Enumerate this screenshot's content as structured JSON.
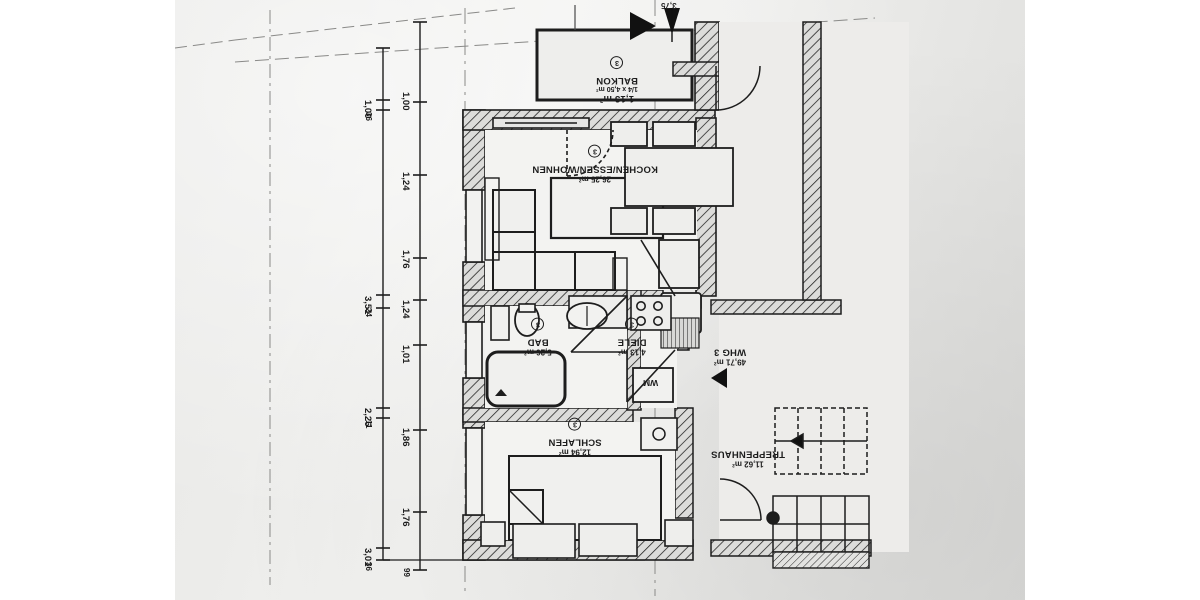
{
  "document": {
    "kind": "architectural-floor-plan-photograph",
    "orientation_note": "plan photographed upside down; all text reads rotated 180 degrees",
    "unit_label": "WHG 3",
    "unit_area": "49,71 m²",
    "stair_label": "TREPPENHAUS",
    "stair_area": "11,62 m²"
  },
  "rooms": [
    {
      "id": "balkon",
      "number": "3",
      "name": "BALKON",
      "area": "1,13 m²",
      "sub": "1/4 x 4,50 m²"
    },
    {
      "id": "wohnen",
      "number": "3",
      "name": "KOCHEN/ESSEN/WOHNEN",
      "area": "26,25 m²",
      "sub": ""
    },
    {
      "id": "bad",
      "number": "3",
      "name": "BAD",
      "area": "5,26 m²",
      "sub": ""
    },
    {
      "id": "diele",
      "number": "3",
      "name": "DIELE",
      "area": "4,13 m²",
      "sub": ""
    },
    {
      "id": "schlafen",
      "number": "3",
      "name": "SCHLAFEN",
      "area": "12,94 m²",
      "sub": ""
    }
  ],
  "annotations": {
    "washing_machine": "WM"
  },
  "dimension_chains": {
    "outer_left": [
      "1,00",
      "36",
      "3,51",
      "24",
      "2,26",
      "11",
      "3,01",
      "36"
    ],
    "inner_left": [
      "1,00",
      "1,24",
      "1,76",
      "1,24",
      "1,01",
      "1,86",
      "1,76",
      "99"
    ],
    "top_partial": [
      "3,75"
    ]
  },
  "colors": {
    "ink": "#1d1d1d",
    "paper": "#ececea",
    "wall_fill": "#d9d9d7",
    "letterbox": "#ffffff"
  }
}
